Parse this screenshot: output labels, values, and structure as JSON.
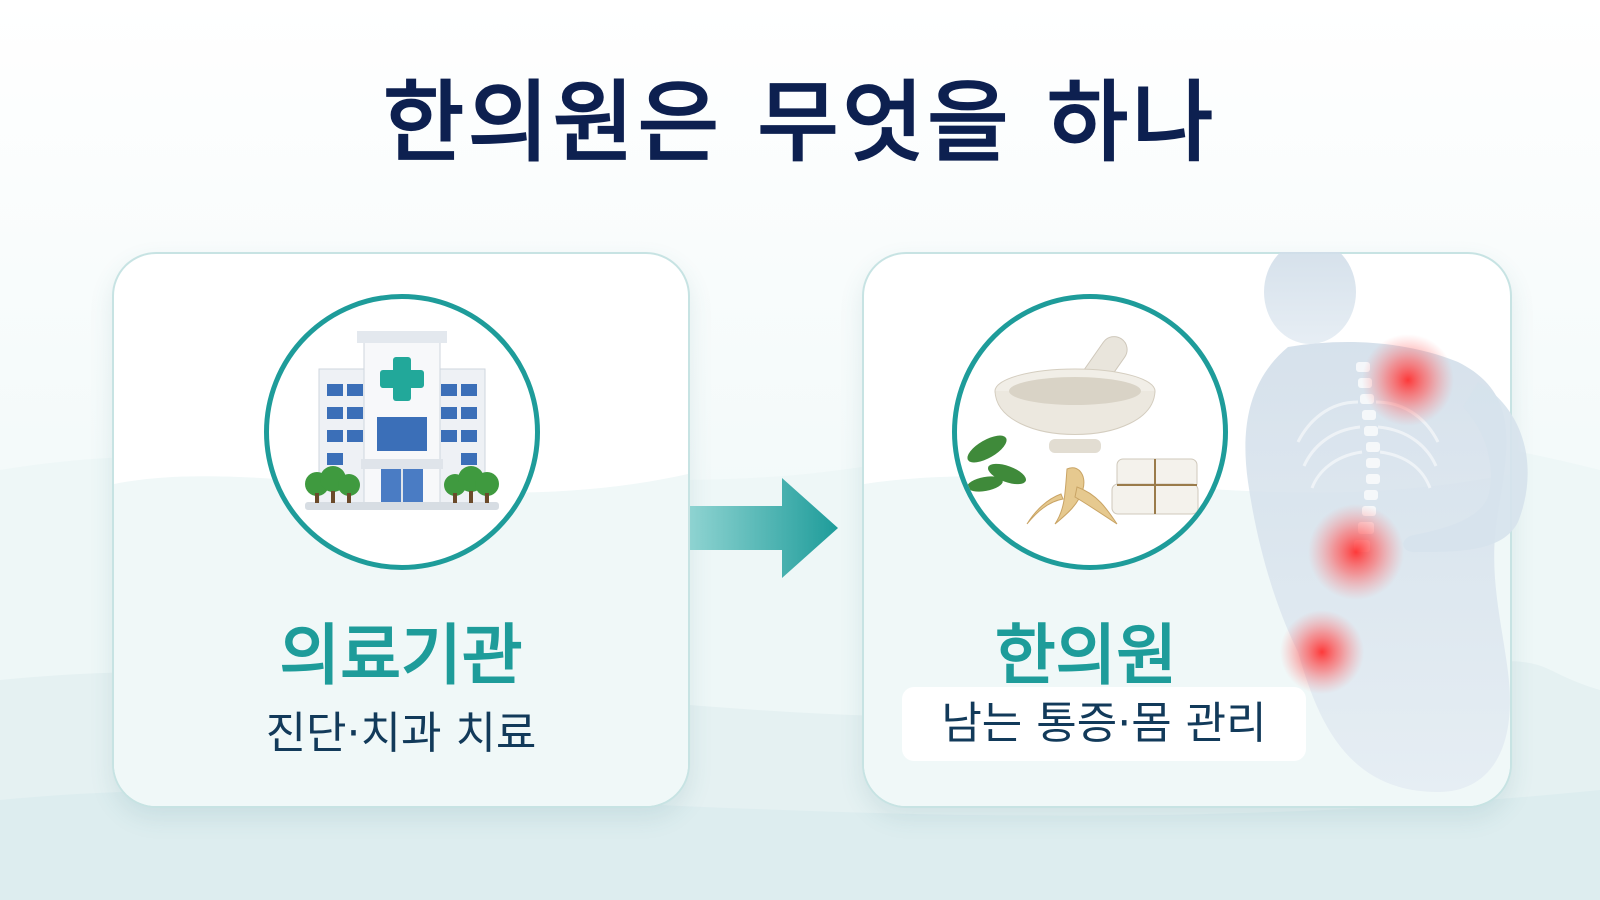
{
  "title": "한의원은 무엇을 하나",
  "left_card": {
    "heading": "의료기관",
    "caption": "진단·치과 치료",
    "icon": "hospital-building-icon"
  },
  "right_card": {
    "heading": "한의원",
    "caption": "남는 통증·몸 관리",
    "icon": "mortar-pestle-herbs-icon"
  },
  "colors": {
    "title": "#0d2050",
    "accent_teal": "#1e9c9a",
    "caption": "#123a5a",
    "pain_highlight": "#e83a3a"
  }
}
